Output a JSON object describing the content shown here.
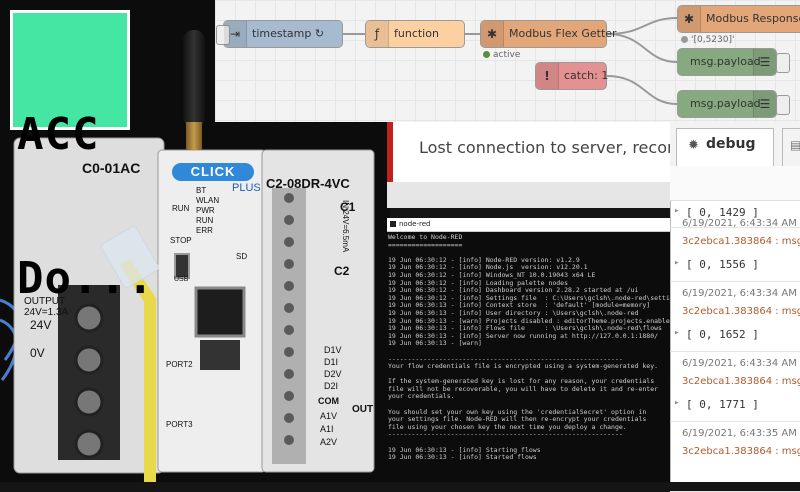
{
  "overlay": {
    "line1": "ACC",
    "line2": "Do..."
  },
  "plc": {
    "power_module": "C0-01AC",
    "cpu_brand": "CLICK",
    "cpu_plus": "PLUS",
    "io_module": "C2-08DR-4VC",
    "output_label": "OUTPUT\n24V=1.3A",
    "terminal_24v": "24V",
    "terminal_0v": "0V",
    "cpu_leds": [
      "BT",
      "WLAN",
      "PWR",
      "RUN",
      "ERR"
    ],
    "run_label": "RUN",
    "stop_label": "STOP",
    "usb_label": "USB",
    "sd_label": "SD",
    "io_c1": "C1",
    "io_c2": "C2",
    "io_in_label": "IN 24V=6.5mA",
    "io_d_labels": [
      "D1V",
      "D1I",
      "D2V",
      "D2I"
    ],
    "io_com": "COM",
    "io_a_labels": [
      "A1V",
      "A1I",
      "A2V"
    ],
    "io_out_label": "OUT",
    "port_label": "PORT2",
    "port3_label": "PORT3"
  },
  "flow": {
    "nodes": {
      "inject": "timestamp ↻",
      "function": "function",
      "modbus": "Modbus Flex Getter",
      "modbus_status": "active",
      "response": "Modbus Response",
      "response_status": "'[0,5230]'",
      "payload1": "msg.payload",
      "catch": "catch: 1",
      "payload2": "msg.payload"
    },
    "colors": {
      "inject": "#a6bbcf",
      "function": "#fdd0a2",
      "modbus": "#e2a679",
      "response": "#e2a679",
      "payload": "#87a980",
      "catch": "#e49191"
    }
  },
  "banner": {
    "text": "Lost connection to server, reconnecting"
  },
  "console": {
    "title": "node-red",
    "lines": [
      "Welcome to Node-RED",
      "===================",
      "",
      "19 Jun 06:30:12 - [info] Node-RED version: v1.2.9",
      "19 Jun 06:30:12 - [info] Node.js  version: v12.20.1",
      "19 Jun 06:30:12 - [info] Windows_NT 10.0.19043 x64 LE",
      "19 Jun 06:30:12 - [info] Loading palette nodes",
      "19 Jun 06:30:12 - [info] Dashboard version 2.28.2 started at /ui",
      "19 Jun 06:30:12 - [info] Settings file  : C:\\Users\\gclsh\\.node-red\\settings.js",
      "19 Jun 06:30:13 - [info] Context store  : 'default' [module=memory]",
      "19 Jun 06:30:13 - [info] User directory : \\Users\\gclsh\\.node-red",
      "19 Jun 06:30:13 - [warn] Projects disabled : editorTheme.projects.enabled",
      "19 Jun 06:30:13 - [info] Flows file     : \\Users\\gclsh\\.node-red\\flows",
      "19 Jun 06:30:13 - [info] Server now running at http://127.0.0.1:1880/",
      "19 Jun 06:30:13 - [warn]",
      "",
      "------------------------------------------------------------",
      "Your flow credentials file is encrypted using a system-generated key.",
      "",
      "If the system-generated key is lost for any reason, your credentials",
      "file will not be recoverable, you will have to delete it and re-enter",
      "your credentials.",
      "",
      "You should set your own key using the 'credentialSecret' option in",
      "your settings file. Node-RED will then re-encrypt your credentials",
      "file using your chosen key the next time you deploy a change.",
      "------------------------------------------------------------",
      "",
      "19 Jun 06:30:13 - [info] Starting flows",
      "19 Jun 06:30:13 - [info] Started flows"
    ]
  },
  "debug": {
    "tab_label": "debug",
    "messages": [
      {
        "time": "",
        "node": "",
        "value": "[ 0, 1429 ]"
      },
      {
        "time": "6/19/2021, 6:43:34 AM",
        "node": "3c2ebca1.383864 : msg",
        "value": "[ 0, 1556 ]"
      },
      {
        "time": "6/19/2021, 6:43:34 AM",
        "node": "3c2ebca1.383864 : msg",
        "value": "[ 0, 1652 ]"
      },
      {
        "time": "6/19/2021, 6:43:34 AM",
        "node": "3c2ebca1.383864 : msg",
        "value": "[ 0, 1771 ]"
      },
      {
        "time": "6/19/2021, 6:43:35 AM",
        "node": "3c2ebca1.383864 : msg",
        "value": ""
      }
    ]
  }
}
